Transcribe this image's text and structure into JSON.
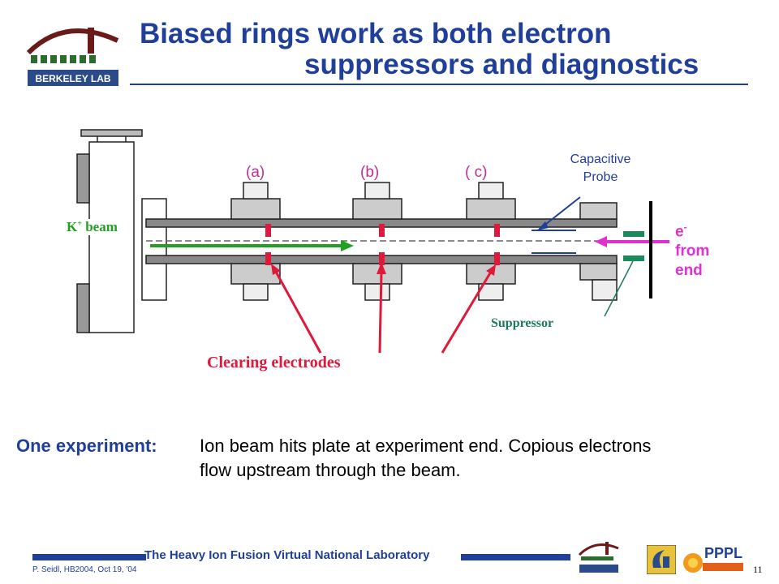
{
  "title": {
    "line1": "Biased rings work as both electron",
    "line2": "suppressors and diagnostics"
  },
  "logo": {
    "text": "BERKELEY LAB"
  },
  "diagram": {
    "ring_labels": [
      "(a)",
      "(b)",
      "( c)"
    ],
    "capacitive_probe": [
      "Capacitive",
      "Probe"
    ],
    "beam_label": "K",
    "beam_label_sup": "+",
    "beam_label_rest": " beam",
    "electron_label": {
      "e": "e",
      "sup": "-",
      "line2": "from",
      "line3": "end"
    },
    "suppressor_label": "Suppressor",
    "clearing_label": "Clearing electrodes"
  },
  "body": {
    "lead": "One experiment:",
    "text_line1": "Ion beam hits plate at experiment end.  Copious electrons",
    "text_line2": "flow upstream through the beam."
  },
  "footer": {
    "lab_text": "The Heavy Ion Fusion Virtual National Laboratory",
    "credit": "P. Seidl, HB2004, Oct 19, '04",
    "page": "11",
    "pppl_text": "PPPL"
  },
  "colors": {
    "title": "#1f3f9a",
    "ring_label": "#c0308f",
    "probe_arrow": "#1f3f9a",
    "beam_arrow": "#22a022",
    "electron_arrow": "#e030d0",
    "clearing": "#e0183a",
    "suppressor": "#1c7a5c",
    "plate_bars": "#1a8a5a"
  }
}
